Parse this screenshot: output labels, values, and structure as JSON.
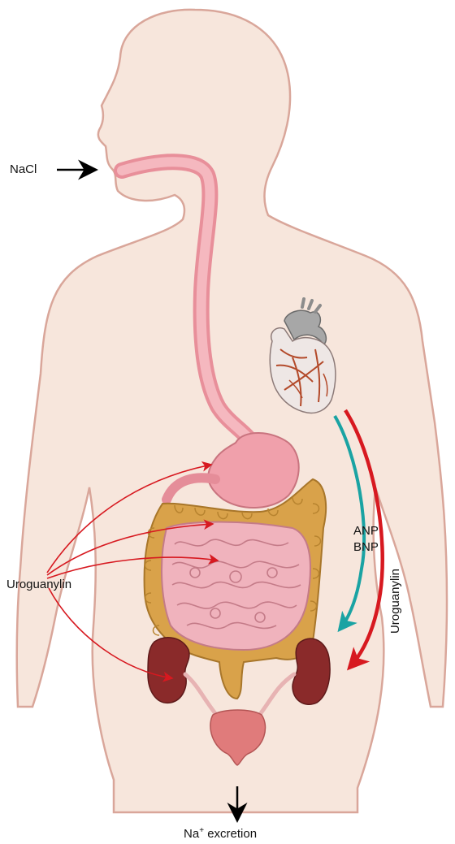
{
  "labels": {
    "salt_intake": "NaCl",
    "uroguanylin_left": "Uroguanylin",
    "anp": "ANP",
    "bnp": "BNP",
    "uroguanylin_right": "Uroguanylin",
    "excretion_prefix": "Na",
    "excretion_sup": "+",
    "excretion_suffix": " excretion"
  },
  "colors": {
    "body_fill": "#f7e6dc",
    "body_outline": "#d9a69a",
    "gi_tract": "#f2a6ae",
    "colon": "#d9a24a",
    "small_intestine": "#f0b3bd",
    "kidney": "#8a2a2a",
    "bladder": "#e07b7b",
    "heart_vessels": "#b34a2a",
    "uroguanylin_arrow": "#d71920",
    "natriuretic_arrow": "#1aa3a3",
    "black_arrow": "#000000"
  }
}
